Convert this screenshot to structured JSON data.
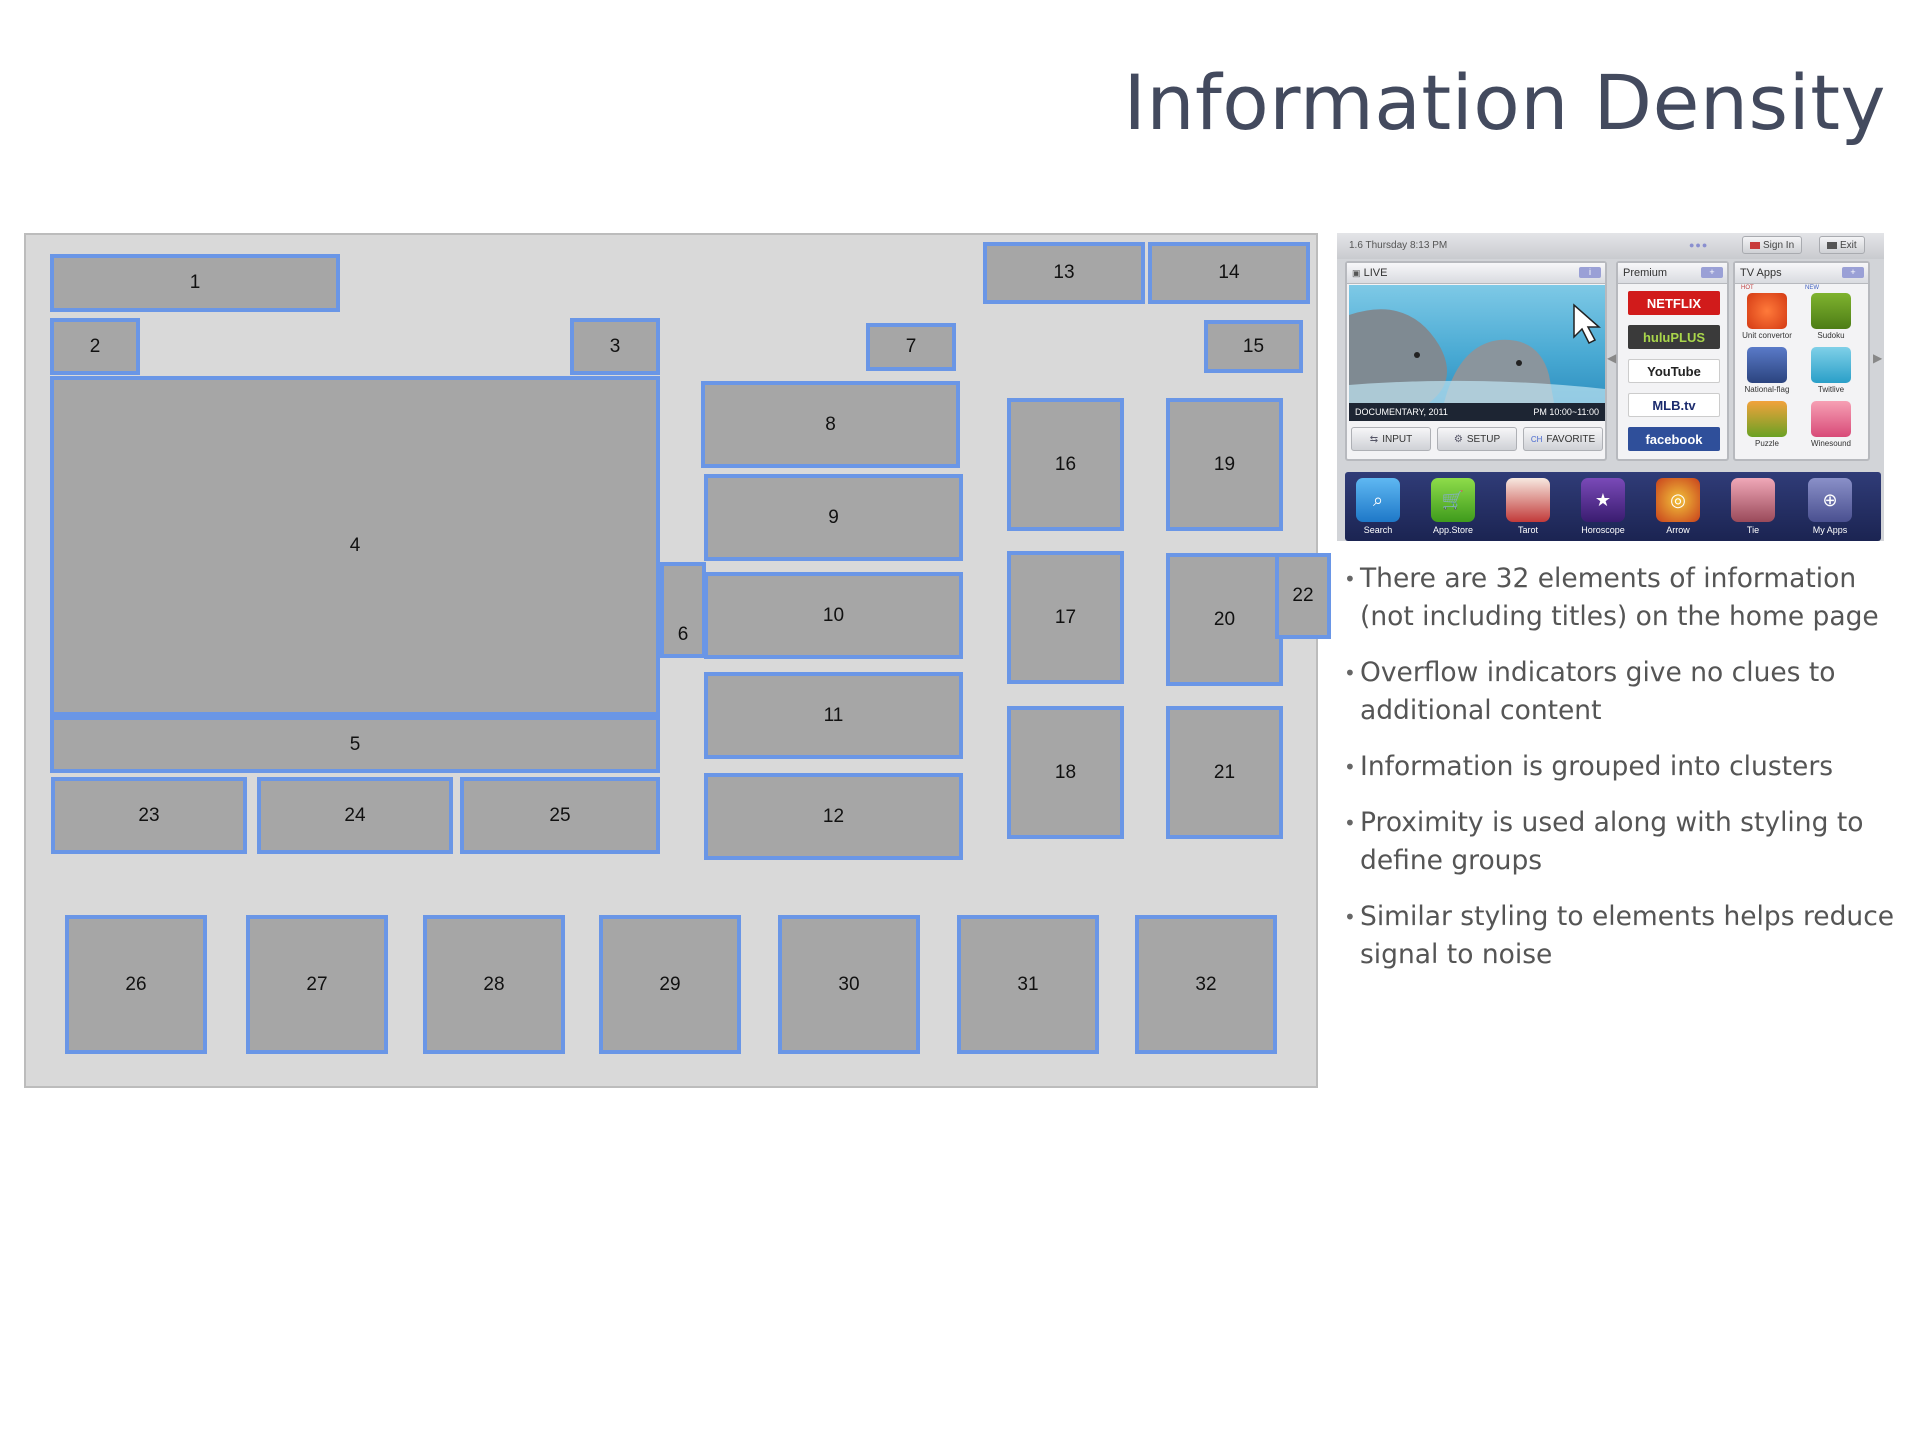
{
  "slide": {
    "title": "Information Density"
  },
  "wireframe_labels": [
    "1",
    "2",
    "3",
    "4",
    "5",
    "6",
    "7",
    "8",
    "9",
    "10",
    "11",
    "12",
    "13",
    "14",
    "15",
    "16",
    "17",
    "18",
    "19",
    "20",
    "21",
    "22",
    "23",
    "24",
    "25",
    "26",
    "27",
    "28",
    "29",
    "30",
    "31",
    "32"
  ],
  "tv": {
    "datetime": "1.6 Thursday 8:13 PM",
    "sign_in": "Sign In",
    "exit": "Exit",
    "live": {
      "label": "LIVE",
      "program": "DOCUMENTARY, 2011",
      "time": "PM 10:00~11:00",
      "buttons": [
        "INPUT",
        "SETUP",
        "FAVORITE"
      ]
    },
    "premium": {
      "label": "Premium",
      "logos": [
        "NETFLIX",
        "huluPLUS",
        "YouTube",
        "MLB.tv",
        "facebook"
      ]
    },
    "tv_apps": {
      "label": "TV Apps",
      "hot": "HOT",
      "new": "NEW",
      "apps": [
        "Unit convertor",
        "Sudoku",
        "National-flag",
        "Twitlive",
        "Puzzle",
        "Winesound"
      ]
    },
    "dock": [
      "Search",
      "App.Store",
      "Tarot",
      "Horoscope",
      "Arrow",
      "Tie",
      "My Apps"
    ]
  },
  "bullets": [
    "There are 32 elements of information\n(not including titles) on the home page",
    "Overflow indicators give no clues to\nadditional content",
    "Information is grouped into clusters",
    "Proximity is used along with styling to\ndefine groups",
    "Similar styling to elements helps reduce\nsignal to noise"
  ],
  "colors": {
    "box_fill": "#a6a6a6",
    "box_border": "#6a96e6",
    "wire_bg": "#d9d9d9",
    "title": "#434a5e"
  }
}
